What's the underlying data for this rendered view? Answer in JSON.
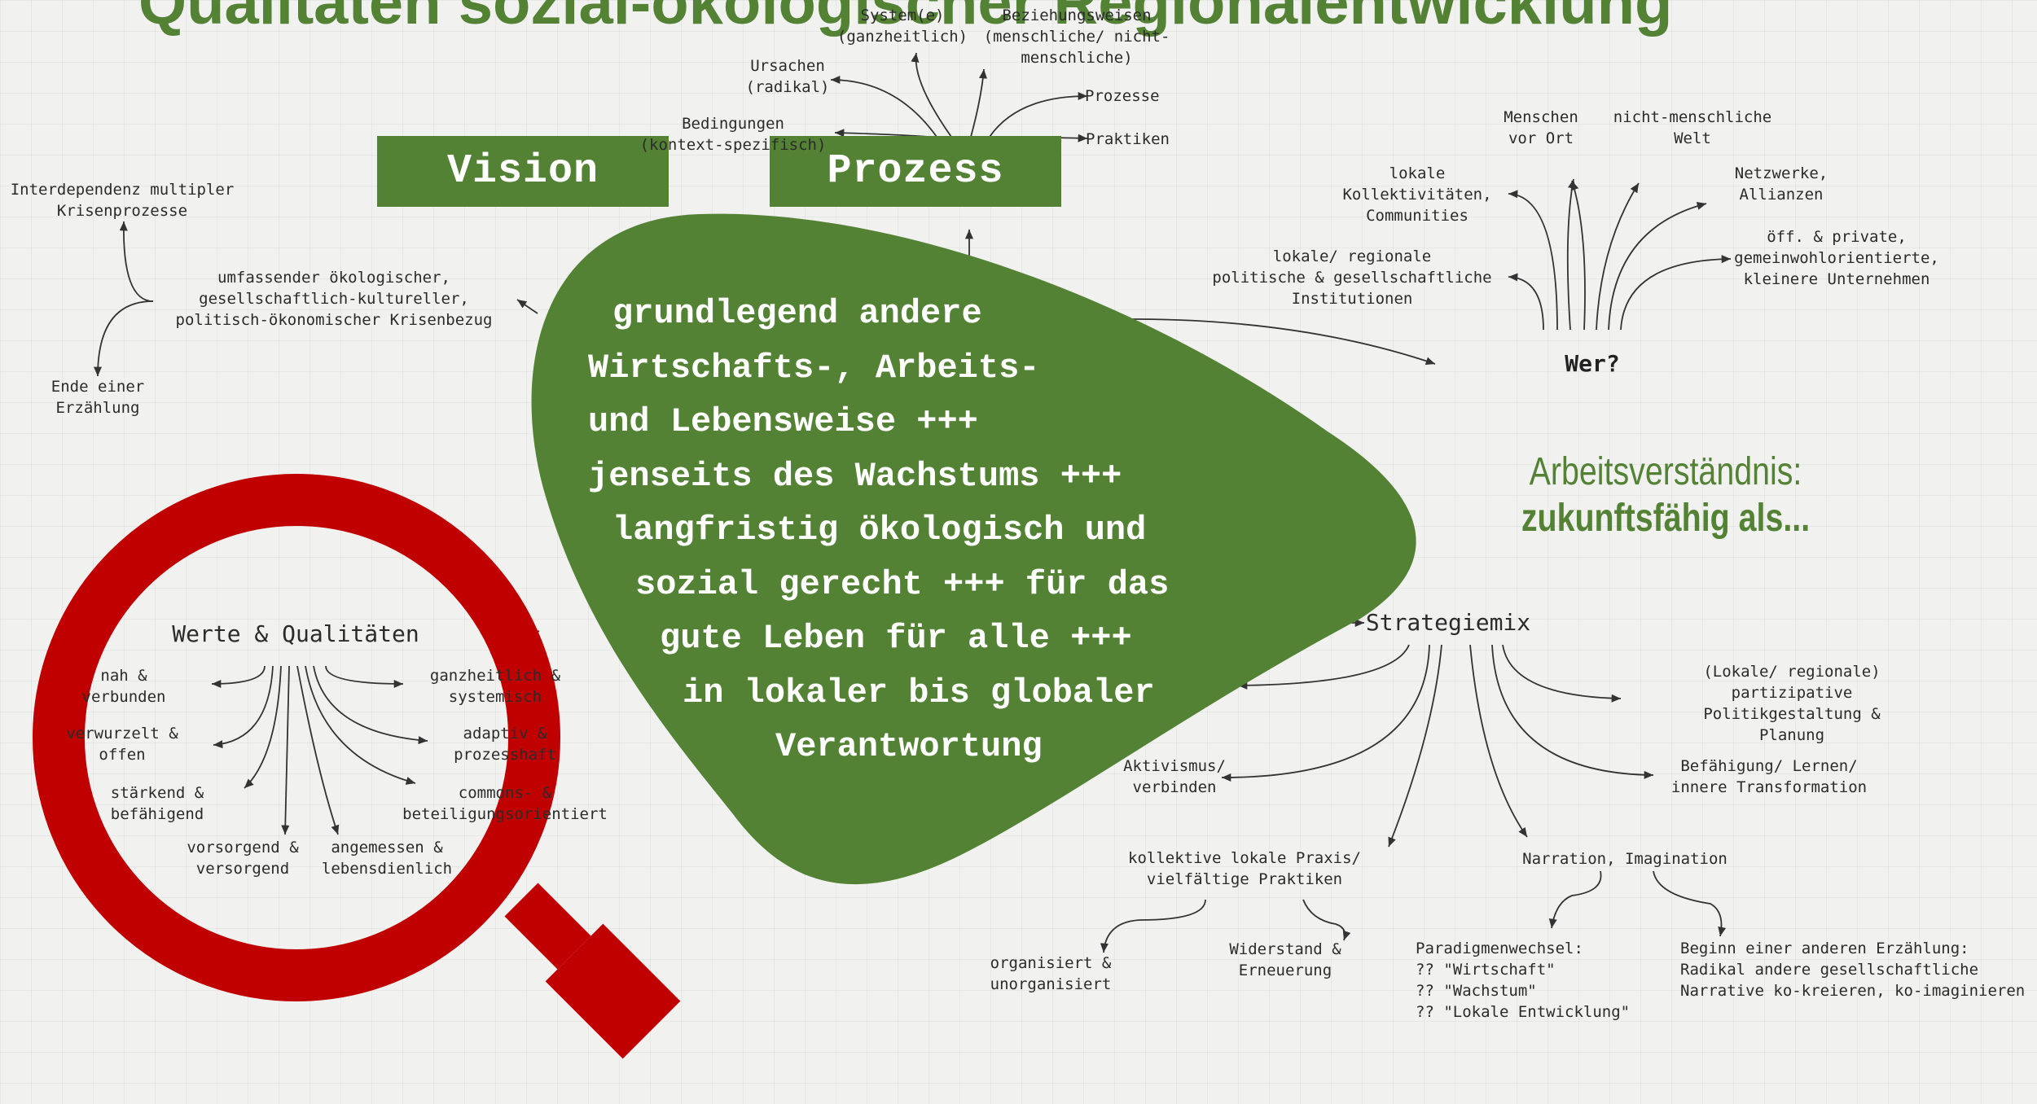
{
  "title": "Qualitäten sozial-ökologischer Regionalentwicklung",
  "pills": {
    "vision": "Vision",
    "prozess": "Prozess"
  },
  "center_statement": [
    "grundlegend andere",
    "Wirtschafts-, Arbeits-",
    "und Lebensweise +++",
    "jenseits des Wachstums +++",
    "langfristig ökologisch und",
    "sozial gerecht +++ für das",
    "gute Leben für alle +++",
    "in lokaler bis globaler",
    "Verantwortung"
  ],
  "vision_branch": {
    "crisis": "umfassender ökologischer,\ngesellschaftlich-kultureller,\npolitisch-ökonomischer Krisenbezug",
    "interdependence": "Interdependenz multipler\nKrisenprozesse",
    "end_story": "Ende einer\nErzählung"
  },
  "process_branch": {
    "system": "System(e)\n(ganzheitlich)",
    "relations": "Beziehungsweisen\n(menschliche/ nicht-\nmenschliche)",
    "causes": "Ursachen\n(radikal)",
    "conditions": "Bedingungen\n(kontext-spezifisch)",
    "processes": "Prozesse",
    "practices": "Praktiken"
  },
  "who_branch": {
    "hub": "Wer?",
    "people": "Menschen\nvor Ort",
    "nonhuman": "nicht-menschliche\nWelt",
    "collectives": "lokale\nKollektivitäten,\nCommunities",
    "networks": "Netzwerke,\nAllianzen",
    "institutions": "lokale/ regionale\npolitische & gesellschaftliche\nInstitutionen",
    "enterprises": "öff. & private,\ngemeinwohlorientierte,\nkleinere Unternehmen"
  },
  "work_understanding": {
    "line1": "Arbeitsverständnis:",
    "line2": "zukunftsfähig als..."
  },
  "strategy_branch": {
    "hub": "Strategiemix",
    "participative": "(Lokale/ regionale) partizipative\nPolitikgestaltung & Planung",
    "empowerment": "Befähigung/ Lernen/\ninnere Transformation",
    "activism": "Aktivismus/\nverbinden",
    "collective_practice": "kollektive lokale Praxis/\nvielfältige Praktiken",
    "narration": "Narration, Imagination",
    "organized": "organisiert &\nunorganisiert",
    "resistance": "Widerstand &\nErneuerung",
    "paradigm": "Paradigmenwechsel:\n?? \"Wirtschaft\"\n?? \"Wachstum\"\n?? \"Lokale Entwicklung\"",
    "new_story": "Beginn einer anderen Erzählung:\nRadikal andere gesellschaftliche\nNarrative ko-kreieren, ko-imaginieren"
  },
  "values_branch": {
    "hub": "Werte & Qualitäten",
    "close": "nah &\nverbunden",
    "rooted": "verwurzelt &\noffen",
    "empowering": "stärkend &\nbefähigend",
    "caring": "vorsorgend &\nversorgend",
    "appropriate": "angemessen &\nlebensdienlich",
    "holistic": "ganzheitlich &\nsystemisch",
    "adaptive": "adaptiv &\nprozesshaft",
    "commons": "commons- &\nbeteiligungsorientiert"
  },
  "colors": {
    "green": "#548235",
    "magnifier_red": "#c00000",
    "text": "#2b2b2b",
    "background": "#f1f1f0"
  }
}
